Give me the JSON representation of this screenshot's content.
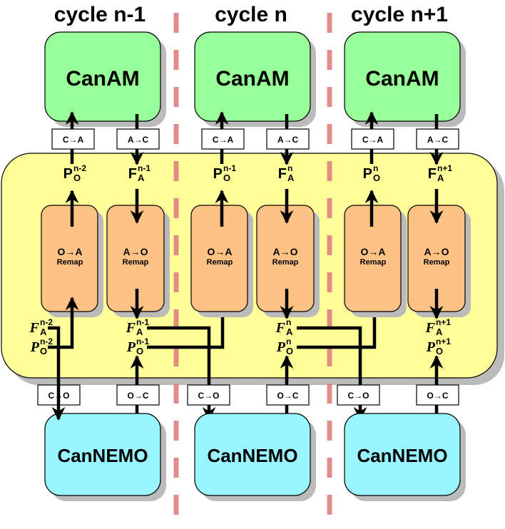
{
  "colors": {
    "model_top": "#99ff99",
    "model_bottom": "#99f5ff",
    "coupler": "#ffff99",
    "remap": "#ffc285",
    "divider": "#e08080",
    "shadow": "#bbbbbb"
  },
  "cycles": [
    {
      "title": "cycle n-1",
      "model_top": "CanAM",
      "model_bottom": "CanNEMO",
      "c2a": "C→A",
      "a2c": "A→C",
      "c2o": "C→O",
      "o2c": "O→C",
      "remap_left": {
        "title": "O→A",
        "sub": "Remap"
      },
      "remap_right": {
        "title": "A→O",
        "sub": "Remap"
      },
      "p_top": {
        "base": "P",
        "sub": "O",
        "sup": "n-2"
      },
      "f_top": {
        "base": "F",
        "sub": "A",
        "sup": "n-1"
      },
      "f_bottom": {
        "base": "F",
        "sub": "A",
        "sup": "n-1"
      },
      "p_bottom": {
        "base": "P",
        "sub": "O",
        "sup": "n-1"
      }
    },
    {
      "title": "cycle n",
      "model_top": "CanAM",
      "model_bottom": "CanNEMO",
      "c2a": "C→A",
      "a2c": "A→C",
      "c2o": "C→O",
      "o2c": "O→C",
      "remap_left": {
        "title": "O→A",
        "sub": "Remap"
      },
      "remap_right": {
        "title": "A→O",
        "sub": "Remap"
      },
      "p_top": {
        "base": "P",
        "sub": "O",
        "sup": "n-1"
      },
      "f_top": {
        "base": "F",
        "sub": "A",
        "sup": "n"
      },
      "f_bottom": {
        "base": "F",
        "sub": "A",
        "sup": "n"
      },
      "p_bottom": {
        "base": "P",
        "sub": "O",
        "sup": "n"
      }
    },
    {
      "title": "cycle n+1",
      "model_top": "CanAM",
      "model_bottom": "CanNEMO",
      "c2a": "C→A",
      "a2c": "A→C",
      "c2o": "C→O",
      "o2c": "O→C",
      "remap_left": {
        "title": "O→A",
        "sub": "Remap"
      },
      "remap_right": {
        "title": "A→O",
        "sub": "Remap"
      },
      "p_top": {
        "base": "P",
        "sub": "O",
        "sup": "n"
      },
      "f_top": {
        "base": "F",
        "sub": "A",
        "sup": "n+1"
      },
      "f_bottom": {
        "base": "F",
        "sub": "A",
        "sup": "n+1"
      },
      "p_bottom": {
        "base": "P",
        "sub": "O",
        "sup": "n+1"
      }
    }
  ],
  "initial": {
    "f_bottom": {
      "base": "F",
      "sub": "A",
      "sup": "n-2"
    },
    "p_bottom": {
      "base": "P",
      "sub": "O",
      "sup": "n-2"
    }
  }
}
